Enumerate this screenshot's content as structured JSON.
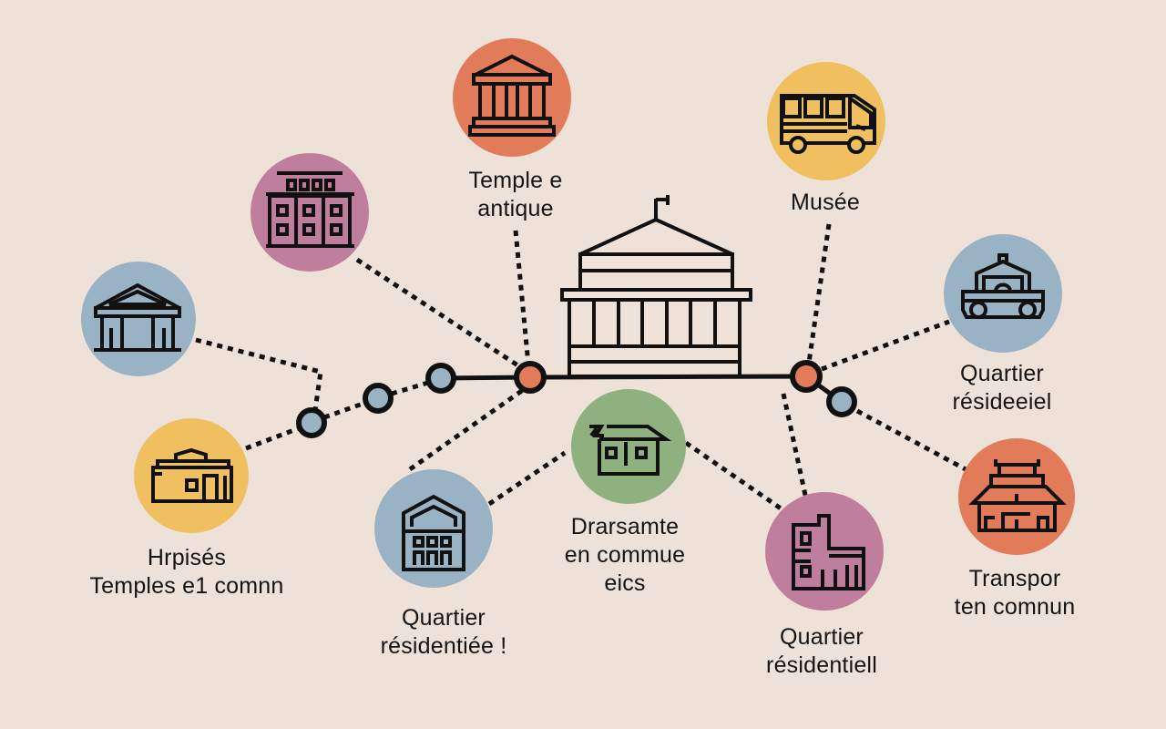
{
  "diagram": {
    "background": "#ede1d8",
    "colors": {
      "orange": "#e27b5a",
      "yellow": "#f0c060",
      "pink": "#c07e9d",
      "blue": "#9ab3c4",
      "green": "#8fb07f",
      "line": "#111111"
    },
    "center": {
      "name": "central-monument",
      "icon": "classical-building-with-flag-icon"
    },
    "nodes": [
      {
        "id": "temple-antique",
        "color": "orange",
        "icon": "temple-columns-icon",
        "label_lines": [
          "Temple e",
          "antique"
        ]
      },
      {
        "id": "musee",
        "color": "yellow",
        "icon": "bus-icon",
        "label_lines": [
          "Musée"
        ]
      },
      {
        "id": "pink-building",
        "color": "pink",
        "icon": "apartment-building-icon",
        "label_lines": []
      },
      {
        "id": "blue-temple-left",
        "color": "blue",
        "icon": "temple-pediment-icon",
        "label_lines": []
      },
      {
        "id": "hrpises",
        "color": "yellow",
        "icon": "museum-building-icon",
        "label_lines": [
          "Hrpisés",
          "Temples e1 comnn"
        ]
      },
      {
        "id": "quartier-residentiee",
        "color": "blue",
        "icon": "townhouse-icon",
        "label_lines": [
          "Quartier",
          "résidentiée !"
        ]
      },
      {
        "id": "drarsamte",
        "color": "green",
        "icon": "house-icon",
        "label_lines": [
          "Drarsamte",
          "en commue",
          "eics"
        ]
      },
      {
        "id": "quartier-residentiell",
        "color": "pink",
        "icon": "residential-block-icon",
        "label_lines": [
          "Quartier",
          "résidentiell"
        ]
      },
      {
        "id": "quartier-resideeiel",
        "color": "blue",
        "icon": "vehicle-shrine-icon",
        "label_lines": [
          "Quartier",
          "résideeiel"
        ]
      },
      {
        "id": "transpor-ten-comnun",
        "color": "orange",
        "icon": "pagoda-icon",
        "label_lines": [
          "Transpor",
          "ten comnun"
        ]
      }
    ],
    "line_stations": [
      {
        "color": "blue"
      },
      {
        "color": "blue"
      },
      {
        "color": "blue"
      },
      {
        "color": "orange"
      },
      {
        "color": "orange"
      },
      {
        "color": "blue"
      }
    ]
  }
}
